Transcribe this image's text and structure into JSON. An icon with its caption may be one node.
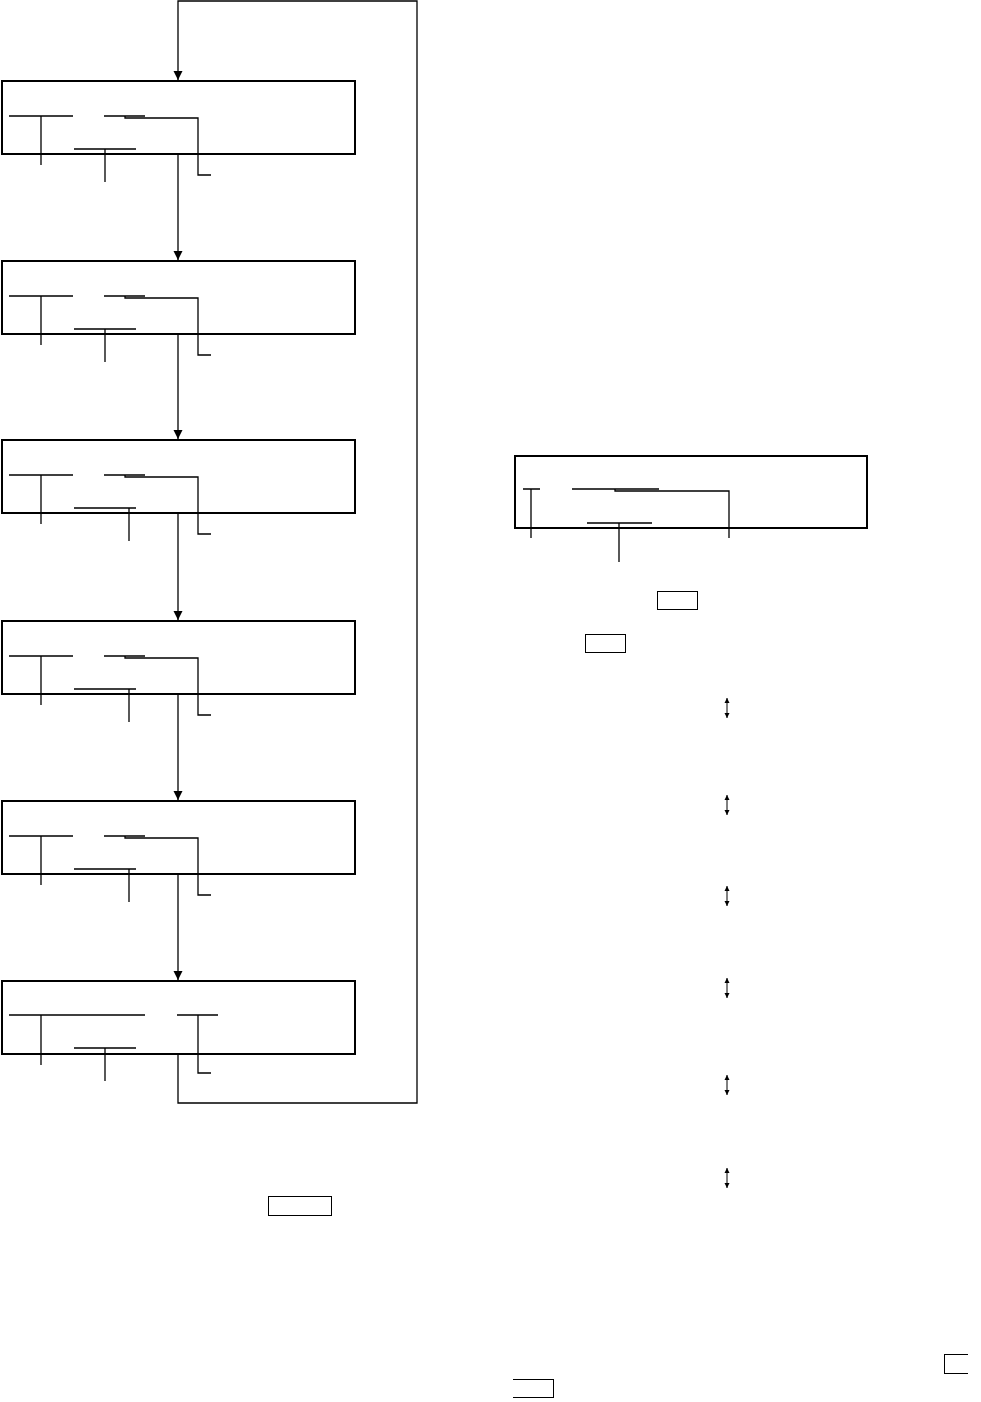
{
  "diagram": {
    "nodes": [
      {
        "text": [],
        "shape": "box"
      },
      {
        "text": [],
        "shape": "box"
      },
      {
        "text": [],
        "shape": "box"
      },
      {
        "text": [],
        "shape": "box"
      },
      {
        "text": [],
        "shape": "box"
      },
      {
        "text": [],
        "shape": "box"
      },
      {
        "text": [],
        "shape": "box"
      },
      {
        "text": [],
        "shape": "box"
      },
      {
        "text": [],
        "shape": "box"
      },
      {
        "text": [],
        "shape": "box"
      },
      {
        "text": [],
        "shape": "box"
      },
      {
        "text": [],
        "shape": "box"
      }
    ],
    "edges": [
      {
        "from": 0,
        "to": 1,
        "arrow": "to"
      },
      {
        "from": 1,
        "to": 2,
        "arrow": "to"
      },
      {
        "from": 2,
        "to": 3,
        "arrow": "to"
      },
      {
        "from": 3,
        "to": 4,
        "arrow": "to"
      },
      {
        "from": 4,
        "to": 5,
        "arrow": "to"
      },
      {
        "from": 5,
        "to": 0,
        "arrow": "to"
      },
      {
        "from": 0,
        "to": null,
        "arrow": "none"
      },
      {
        "from": 0,
        "to": null,
        "arrow": "none"
      },
      {
        "from": 0,
        "to": null,
        "arrow": "none"
      },
      {
        "from": 1,
        "to": null,
        "arrow": "none"
      },
      {
        "from": 1,
        "to": null,
        "arrow": "none"
      },
      {
        "from": 1,
        "to": null,
        "arrow": "none"
      },
      {
        "from": 2,
        "to": null,
        "arrow": "none"
      },
      {
        "from": 2,
        "to": null,
        "arrow": "none"
      },
      {
        "from": 2,
        "to": null,
        "arrow": "none"
      },
      {
        "from": 3,
        "to": null,
        "arrow": "none"
      },
      {
        "from": 3,
        "to": null,
        "arrow": "none"
      },
      {
        "from": 3,
        "to": null,
        "arrow": "none"
      },
      {
        "from": 4,
        "to": null,
        "arrow": "none"
      },
      {
        "from": 4,
        "to": null,
        "arrow": "none"
      },
      {
        "from": 4,
        "to": null,
        "arrow": "none"
      },
      {
        "from": 5,
        "to": null,
        "arrow": "none"
      },
      {
        "from": 5,
        "to": null,
        "arrow": "none"
      },
      {
        "from": 5,
        "to": null,
        "arrow": "none"
      },
      {
        "from": 6,
        "to": null,
        "arrow": "none"
      },
      {
        "from": 6,
        "to": null,
        "arrow": "none"
      },
      {
        "from": 6,
        "to": null,
        "arrow": "none"
      }
    ]
  }
}
